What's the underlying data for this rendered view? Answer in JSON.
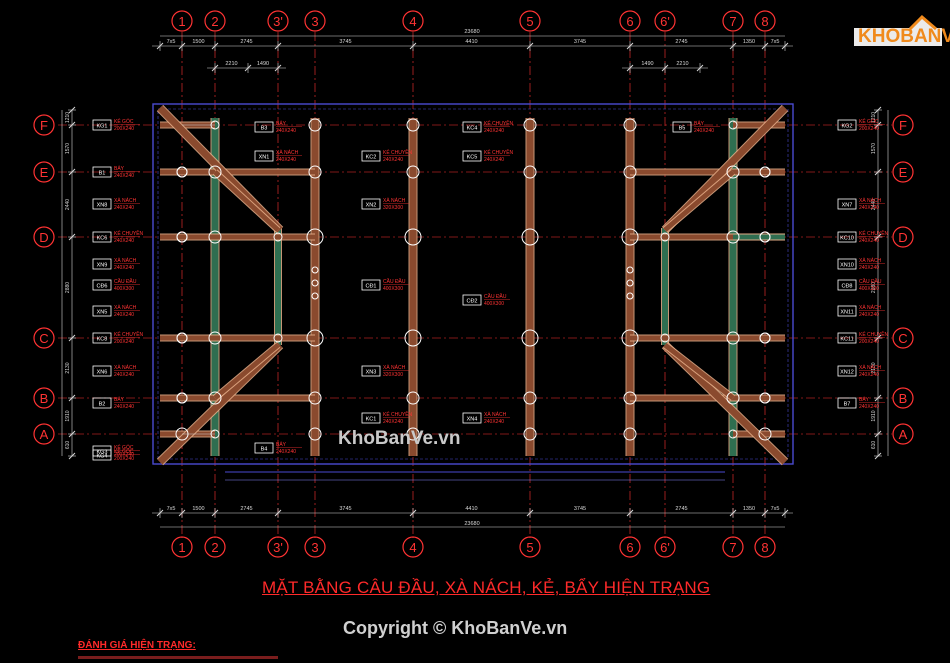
{
  "drawing": {
    "title": "MẶT BẰNG CÂU ĐẦU, XÀ NÁCH, KẺ, BẨY HIỆN TRẠNG",
    "assessment_heading": "ĐÁNH GIÁ HIỆN TRẠNG:",
    "watermark": "KhoBanVe.vn",
    "copyright": "Copyright © KhoBanVe.vn",
    "logo_text": "KHOBANVE"
  },
  "grid": {
    "columns": [
      "1",
      "2",
      "3'",
      "3",
      "4",
      "5",
      "6",
      "6'",
      "7",
      "8"
    ],
    "rows_left": [
      "F",
      "E",
      "D",
      "C",
      "B",
      "A"
    ],
    "rows_right": [
      "F",
      "E",
      "D",
      "C",
      "B",
      "A"
    ]
  },
  "dimensions": {
    "overall_top": "23680",
    "overall_bottom": "23680",
    "top_spans": [
      "7x5",
      "1500",
      "2745",
      "3745",
      "4410",
      "3745",
      "2745",
      "1350",
      "7x5"
    ],
    "bottom_spans": [
      "7x5",
      "1500",
      "2745",
      "3745",
      "4410",
      "3745",
      "2745",
      "1350",
      "7x5"
    ],
    "top_sub_left": [
      "2210",
      "1490"
    ],
    "top_sub_right": [
      "1490",
      "2210"
    ],
    "left_spans": [
      "1210",
      "1570",
      "2440",
      "2880",
      "2130",
      "1910",
      "610"
    ],
    "right_spans": [
      "1210",
      "1570",
      "2440",
      "2880",
      "2130",
      "1910",
      "610"
    ]
  },
  "tags": [
    {
      "code": "KG1",
      "name": "KẺ GÓC",
      "size": "200X240"
    },
    {
      "code": "B1",
      "name": "BẨY",
      "size": "240X240"
    },
    {
      "code": "XN8",
      "name": "XÀ NÁCH",
      "size": "240X240"
    },
    {
      "code": "KC6",
      "name": "KẺ CHUYỀN",
      "size": "240X240"
    },
    {
      "code": "XN9",
      "name": "XÀ NÁCH",
      "size": "240X240"
    },
    {
      "code": "CĐ6",
      "name": "CẦU ĐẦU",
      "size": "400X300"
    },
    {
      "code": "XN5",
      "name": "XÀ NÁCH",
      "size": "240X240"
    },
    {
      "code": "KC8",
      "name": "KẺ CHUYỀN",
      "size": "200X240"
    },
    {
      "code": "XN6",
      "name": "XÀ NÁCH",
      "size": "240X240"
    },
    {
      "code": "B2",
      "name": "BẨY",
      "size": "240X240"
    },
    {
      "code": "KG3",
      "name": "KẺ GÓC",
      "size": "200X240"
    },
    {
      "code": "B3",
      "name": "BẨY",
      "size": "240X240"
    },
    {
      "code": "XN1",
      "name": "XÀ NÁCH",
      "size": "240X240"
    },
    {
      "code": "KC2",
      "name": "KẺ CHUYỀN",
      "size": "240X240"
    },
    {
      "code": "XN2",
      "name": "XÀ NÁCH",
      "size": "320X300"
    },
    {
      "code": "CĐ1",
      "name": "CẦU ĐẦU",
      "size": "400X300"
    },
    {
      "code": "XN3",
      "name": "XÀ NÁCH",
      "size": "320X300"
    },
    {
      "code": "KC1",
      "name": "KẺ CHUYỀN",
      "size": "240X240"
    },
    {
      "code": "B4",
      "name": "BẨY",
      "size": "240X240"
    },
    {
      "code": "KC4",
      "name": "KẺ CHUYỀN",
      "size": "240X240"
    },
    {
      "code": "CĐ2",
      "name": "CẦU ĐẦU",
      "size": "400X300"
    },
    {
      "code": "XN4",
      "name": "XÀ NÁCH",
      "size": "240X240"
    },
    {
      "code": "KC5",
      "name": "KẺ CHUYỀN",
      "size": "240X240"
    },
    {
      "code": "KG2",
      "name": "KẺ GÓC",
      "size": "200X240"
    },
    {
      "code": "B5",
      "name": "BẨY",
      "size": "240X240"
    },
    {
      "code": "XN7",
      "name": "XÀ NÁCH",
      "size": "240X240"
    },
    {
      "code": "KC10",
      "name": "KẺ CHUYỀN",
      "size": "240X240"
    },
    {
      "code": "XN10",
      "name": "XÀ NÁCH",
      "size": "240X240"
    },
    {
      "code": "CĐ8",
      "name": "CẦU ĐẦU",
      "size": "400X300"
    },
    {
      "code": "XN11",
      "name": "XÀ NÁCH",
      "size": "240X240"
    },
    {
      "code": "KC11",
      "name": "KẺ CHUYỀN",
      "size": "200X240"
    },
    {
      "code": "XN12",
      "name": "XÀ NÁCH",
      "size": "240X240"
    },
    {
      "code": "B7",
      "name": "BẨY",
      "size": "240X240"
    },
    {
      "code": "KG4",
      "name": "KẺ GÓC",
      "size": "200X240"
    }
  ],
  "colors": {
    "background": "#000000",
    "grid_axis": "#ff3333",
    "bubble": "#ff3333",
    "dimension": "#d8d8d8",
    "beam": "#8a4a2e",
    "beam_outline": "#e8b08a",
    "green_beam": "#2f6e50",
    "wall": "#4a4ad0",
    "column": "#ffffff",
    "tag_text": "#ff3333",
    "label_box": "#ffffff",
    "accent_orange": "#f08a1c"
  }
}
